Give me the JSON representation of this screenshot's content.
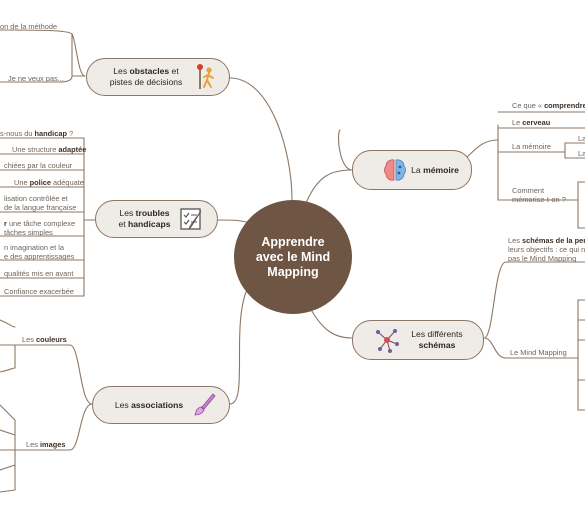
{
  "center": {
    "lines": [
      "Apprendre",
      "avec le Mind",
      "Mapping"
    ]
  },
  "branches": {
    "obstacles": {
      "pre": "Les ",
      "bold": "obstacles",
      "post": " et",
      "line2": "pistes de décisions",
      "icon": "hiker-icon"
    },
    "troubles": {
      "pre": "Les ",
      "bold": "troubles",
      "post": "",
      "line2a": "et ",
      "line2b": "handicaps",
      "icon": "checklist-icon"
    },
    "associations": {
      "pre": "Les ",
      "bold": "associations",
      "icon": "paintbrush-icon"
    },
    "memoire": {
      "pre": "La ",
      "bold": "mémoire",
      "icon": "brain-icon"
    },
    "schemas": {
      "line1": "Les différents",
      "bold": "schémas",
      "icon": "network-icon"
    }
  },
  "obstacles_leaves": [
    "on de la méthode",
    "Je ne veux pas..."
  ],
  "troubles_leaves": {
    "handicap_pre": "s-nous du ",
    "handicap_bold": "handicap",
    "handicap_post": " ?",
    "structure_pre": "Une structure ",
    "structure_bold": "adaptée",
    "couleur": "chiées par la couleur",
    "police_pre": "Une ",
    "police_bold": "police",
    "police_post": " adéquate",
    "francaise_1": "lisation contrôlée et",
    "francaise_2": "de la langue française",
    "tache_bold": "r",
    "tache_1": " une tâche complexe",
    "tache_2": "tâches simples",
    "imagination_1": "n imagination et la",
    "imagination_2": "e des apprentissages",
    "qualites": "qualités mis en avant",
    "confiance": "Confiance exacerbée"
  },
  "associations_leaves": {
    "couleurs_pre": "Les ",
    "couleurs_bold": "couleurs",
    "images_pre": "Les ",
    "images_bold": "images"
  },
  "memoire_leaves": {
    "comprendre_pre": "Ce que « ",
    "comprendre_bold": "comprendre",
    "comprendre_post": " »",
    "cerveau_pre": "Le ",
    "cerveau_bold": "cerveau",
    "memoire": "La mémoire",
    "sub_1": "La",
    "sub_2": "La",
    "memorise_1": "Comment",
    "memorise_2": "mémorise-t-on ?"
  },
  "schemas_leaves": {
    "pense_pre": "Les ",
    "pense_bold": "schémas de la pensé",
    "objectifs": "leurs objectifs : ce qui n",
    "pas_mm": "pas le Mind Mapping",
    "mm": "Le Mind Mapping"
  },
  "colors": {
    "line": "#8b7766",
    "node_fill": "#efebe6",
    "center_fill": "#6e5544",
    "text": "#4a3f36"
  }
}
